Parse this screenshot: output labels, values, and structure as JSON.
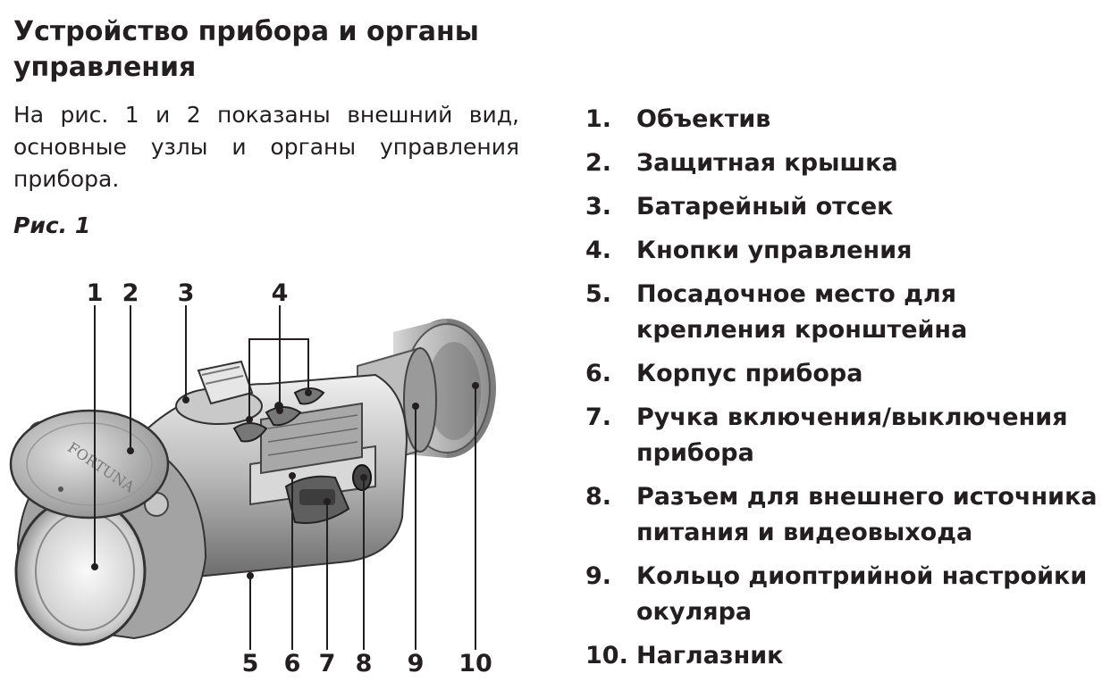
{
  "heading": "Устройство прибора и органы управления",
  "intro": "На рис. 1 и 2 показаны внешний вид, основные узлы и органы управления прибора.",
  "figure": {
    "caption": "Рис. 1",
    "engraving": "FORTUNA",
    "callout_numbers": [
      "1",
      "2",
      "3",
      "4",
      "5",
      "6",
      "7",
      "8",
      "9",
      "10"
    ]
  },
  "legend": [
    {
      "num": "1.",
      "text": "Объектив"
    },
    {
      "num": "2.",
      "text": "Защитная крышка"
    },
    {
      "num": "3.",
      "text": "Батарейный отсек"
    },
    {
      "num": "4.",
      "text": "Кнопки управления"
    },
    {
      "num": "5.",
      "text": "Посадочное место для крепления кронштейна"
    },
    {
      "num": "6.",
      "text": "Корпус прибора"
    },
    {
      "num": "7.",
      "text": "Ручка включения/выключения прибора"
    },
    {
      "num": "8.",
      "text": "Разъем для внешнего источника питания и видеовыхода"
    },
    {
      "num": "9.",
      "text": "Кольцо диоптрийной настройки окуляра"
    },
    {
      "num": "10.",
      "text": "Наглазник"
    }
  ]
}
